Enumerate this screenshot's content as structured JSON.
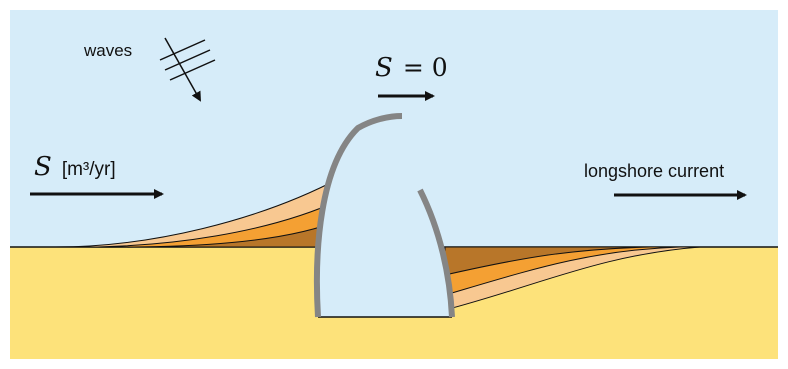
{
  "labels": {
    "waves": "waves",
    "s_symbol_left": "S",
    "s_unit_left": "[m³/yr]",
    "s_zero_symbol": "S",
    "s_zero_value": "= 0",
    "longshore_current": "longshore current"
  },
  "colors": {
    "sky": "#d6ecf9",
    "sand": "#fde27a",
    "layer_light": "#f8c891",
    "layer_mid": "#f4a033",
    "layer_dark": "#b87629",
    "breakwater": "#858585",
    "harbor_water": "#d6ecf9",
    "arrow": "#111111"
  }
}
